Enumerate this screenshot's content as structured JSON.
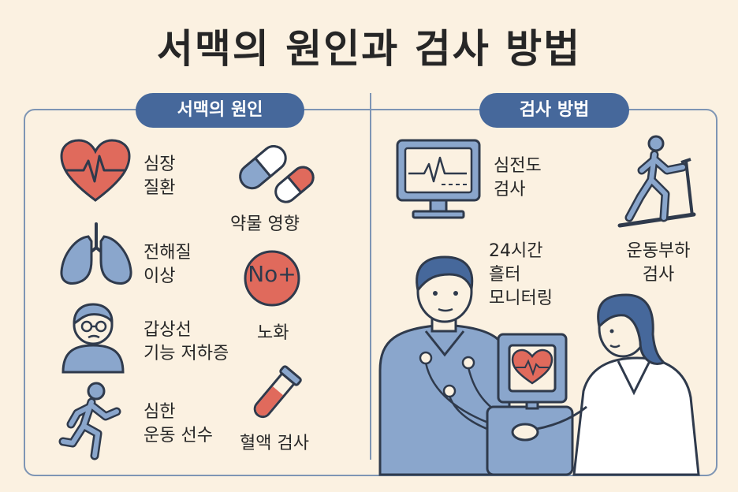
{
  "title": "서맥의 원인과 검사 방법",
  "causes": {
    "header": "서맥의 원인",
    "heart_disease": {
      "line1": "심장",
      "line2": "질환"
    },
    "medication": "약물 영향",
    "electrolyte": {
      "line1": "전해질",
      "line2": "이상"
    },
    "aging_badge": "No+",
    "aging": "노화",
    "hypothyroid": {
      "line1": "갑상선",
      "line2": "기능 저하증"
    },
    "athlete": {
      "line1": "심한",
      "line2": "운동 선수"
    },
    "blood_test": "혈액 검사"
  },
  "tests": {
    "header": "검사 방법",
    "ecg": {
      "line1": "심전도",
      "line2": "검사"
    },
    "holter": {
      "line1": "24시간",
      "line2": "흘터",
      "line3": "모니터링"
    },
    "stress": {
      "line1": "운동부하",
      "line2": "검사"
    }
  },
  "colors": {
    "navy": "#46689b",
    "light_blue": "#8aa6cc",
    "red": "#e06a5c",
    "background": "#fbf1e1",
    "outline": "#2f3a4c"
  }
}
